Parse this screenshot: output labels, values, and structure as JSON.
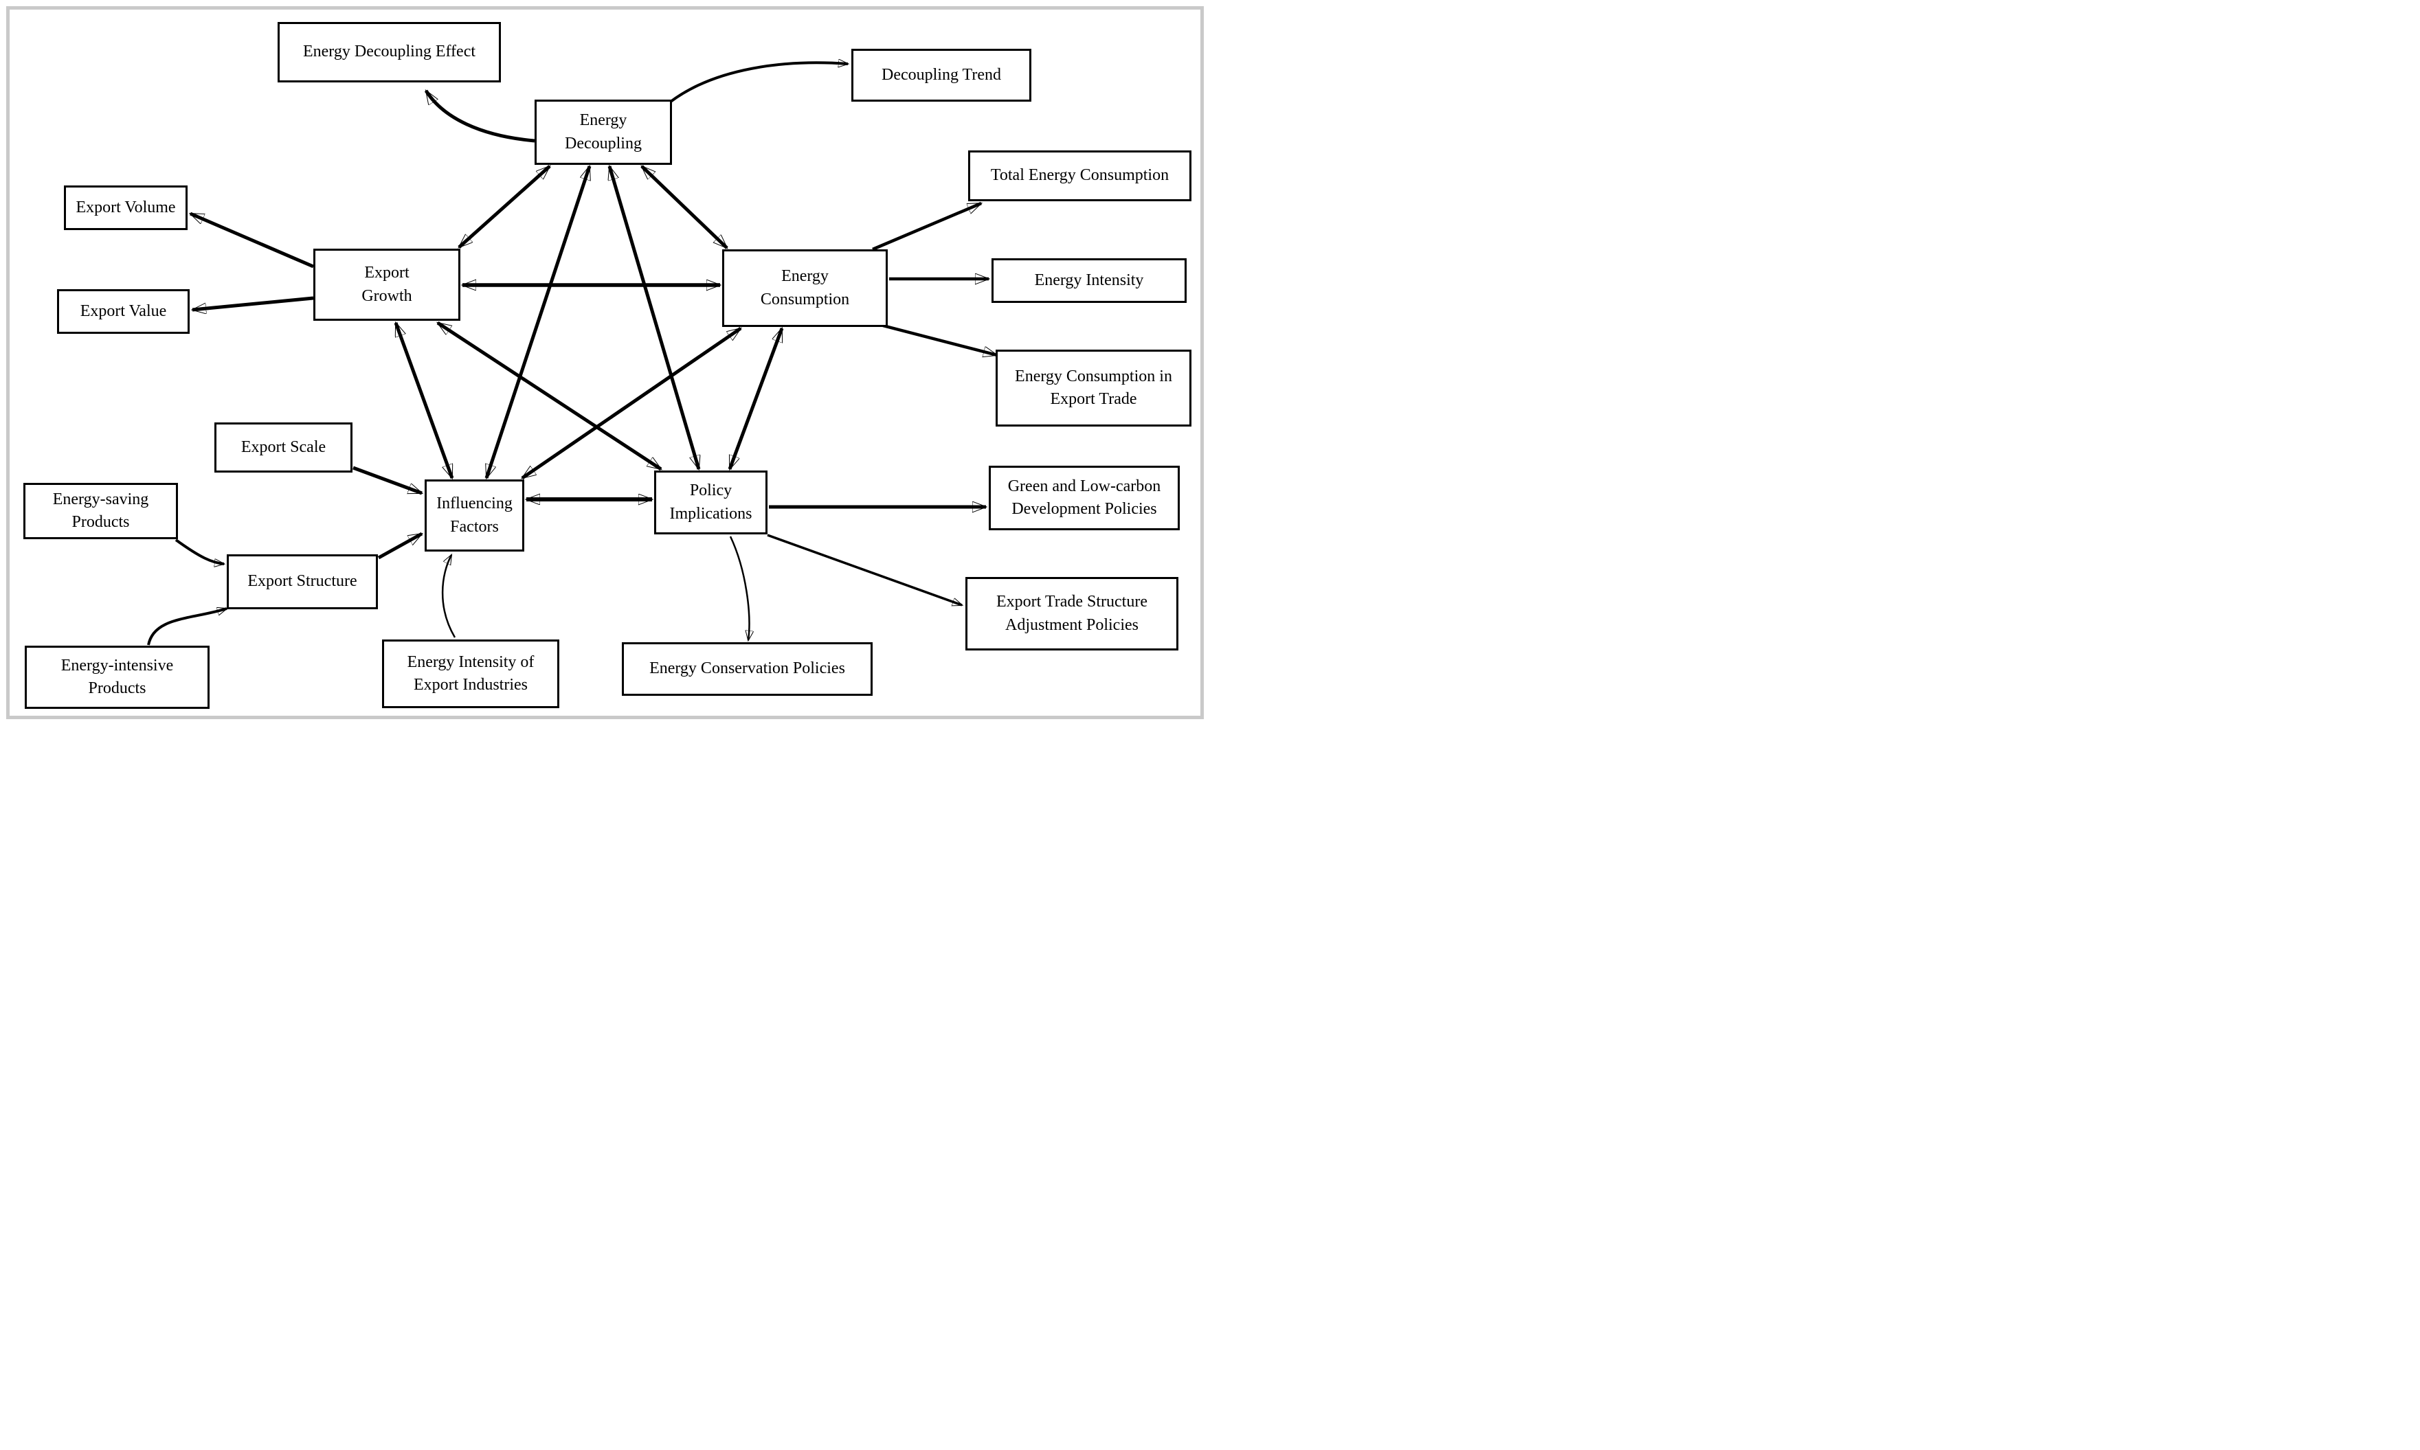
{
  "colors": {
    "line": "#000000",
    "background": "#ffffff",
    "frame": "#c9c9c9"
  },
  "diagram": {
    "nodes": {
      "energy_decoupling": {
        "label": "Energy Decoupling"
      },
      "energy_decoupling_effect": {
        "label": "Energy Decoupling Effect"
      },
      "decoupling_trend": {
        "label": "Decoupling Trend"
      },
      "export_growth": {
        "label": "Export Growth"
      },
      "export_volume": {
        "label": "Export Volume"
      },
      "export_value": {
        "label": "Export Value"
      },
      "energy_consumption": {
        "label": "Energy Consumption"
      },
      "total_energy_consumption": {
        "label": "Total Energy Consumption"
      },
      "energy_intensity": {
        "label": "Energy Intensity"
      },
      "energy_consumption_in_export_trade": {
        "label": "Energy Consumption in Export Trade"
      },
      "influencing_factors": {
        "label": "Influencing Factors"
      },
      "policy_implications": {
        "label": "Policy Implications"
      },
      "export_scale": {
        "label": "Export Scale"
      },
      "energy_saving_products": {
        "label": "Energy-saving Products"
      },
      "export_structure": {
        "label": "Export Structure"
      },
      "energy_intensive_products": {
        "label": "Energy-intensive Products"
      },
      "energy_intensity_of_export_industries": {
        "label": "Energy Intensity of Export Industries"
      },
      "energy_conservation_policies": {
        "label": "Energy Conservation Policies"
      },
      "green_and_low_carbon_development_policies": {
        "label": "Green and Low-carbon Development Policies"
      },
      "export_trade_structure_adjustment_policies": {
        "label": "Export Trade Structure Adjustment Policies"
      }
    },
    "edges": [
      {
        "from": "Energy Decoupling",
        "to": "Energy Decoupling Effect",
        "arrow": "one-way",
        "style": "curved"
      },
      {
        "from": "Energy Decoupling",
        "to": "Decoupling Trend",
        "arrow": "one-way",
        "style": "curved"
      },
      {
        "from": "Energy Decoupling",
        "to": "Export Growth",
        "arrow": "two-way",
        "style": "straight"
      },
      {
        "from": "Energy Decoupling",
        "to": "Energy Consumption",
        "arrow": "two-way",
        "style": "straight"
      },
      {
        "from": "Energy Decoupling",
        "to": "Influencing Factors",
        "arrow": "two-way",
        "style": "straight"
      },
      {
        "from": "Energy Decoupling",
        "to": "Policy Implications",
        "arrow": "two-way",
        "style": "straight"
      },
      {
        "from": "Export Growth",
        "to": "Energy Consumption",
        "arrow": "two-way",
        "style": "straight"
      },
      {
        "from": "Export Growth",
        "to": "Influencing Factors",
        "arrow": "two-way",
        "style": "straight"
      },
      {
        "from": "Export Growth",
        "to": "Policy Implications",
        "arrow": "two-way",
        "style": "straight"
      },
      {
        "from": "Energy Consumption",
        "to": "Influencing Factors",
        "arrow": "two-way",
        "style": "straight"
      },
      {
        "from": "Energy Consumption",
        "to": "Policy Implications",
        "arrow": "two-way",
        "style": "straight"
      },
      {
        "from": "Influencing Factors",
        "to": "Policy Implications",
        "arrow": "two-way",
        "style": "straight"
      },
      {
        "from": "Export Growth",
        "to": "Export Volume",
        "arrow": "one-way",
        "style": "straight"
      },
      {
        "from": "Export Growth",
        "to": "Export Value",
        "arrow": "one-way",
        "style": "straight"
      },
      {
        "from": "Energy Consumption",
        "to": "Total Energy Consumption",
        "arrow": "one-way",
        "style": "straight"
      },
      {
        "from": "Energy Consumption",
        "to": "Energy Intensity",
        "arrow": "one-way",
        "style": "straight"
      },
      {
        "from": "Energy Consumption",
        "to": "Energy Consumption in Export Trade",
        "arrow": "one-way",
        "style": "straight"
      },
      {
        "from": "Export Scale",
        "to": "Influencing Factors",
        "arrow": "one-way",
        "style": "straight"
      },
      {
        "from": "Export Structure",
        "to": "Influencing Factors",
        "arrow": "one-way",
        "style": "straight"
      },
      {
        "from": "Energy-saving Products",
        "to": "Export Structure",
        "arrow": "one-way",
        "style": "curved"
      },
      {
        "from": "Energy-intensive Products",
        "to": "Export Structure",
        "arrow": "one-way",
        "style": "curved"
      },
      {
        "from": "Energy Intensity of Export Industries",
        "to": "Influencing Factors",
        "arrow": "one-way",
        "style": "curved"
      },
      {
        "from": "Policy Implications",
        "to": "Green and Low-carbon Development Policies",
        "arrow": "one-way",
        "style": "straight"
      },
      {
        "from": "Policy Implications",
        "to": "Export Trade Structure Adjustment Policies",
        "arrow": "one-way",
        "style": "straight"
      },
      {
        "from": "Policy Implications",
        "to": "Energy Conservation Policies",
        "arrow": "one-way",
        "style": "curved"
      }
    ]
  }
}
